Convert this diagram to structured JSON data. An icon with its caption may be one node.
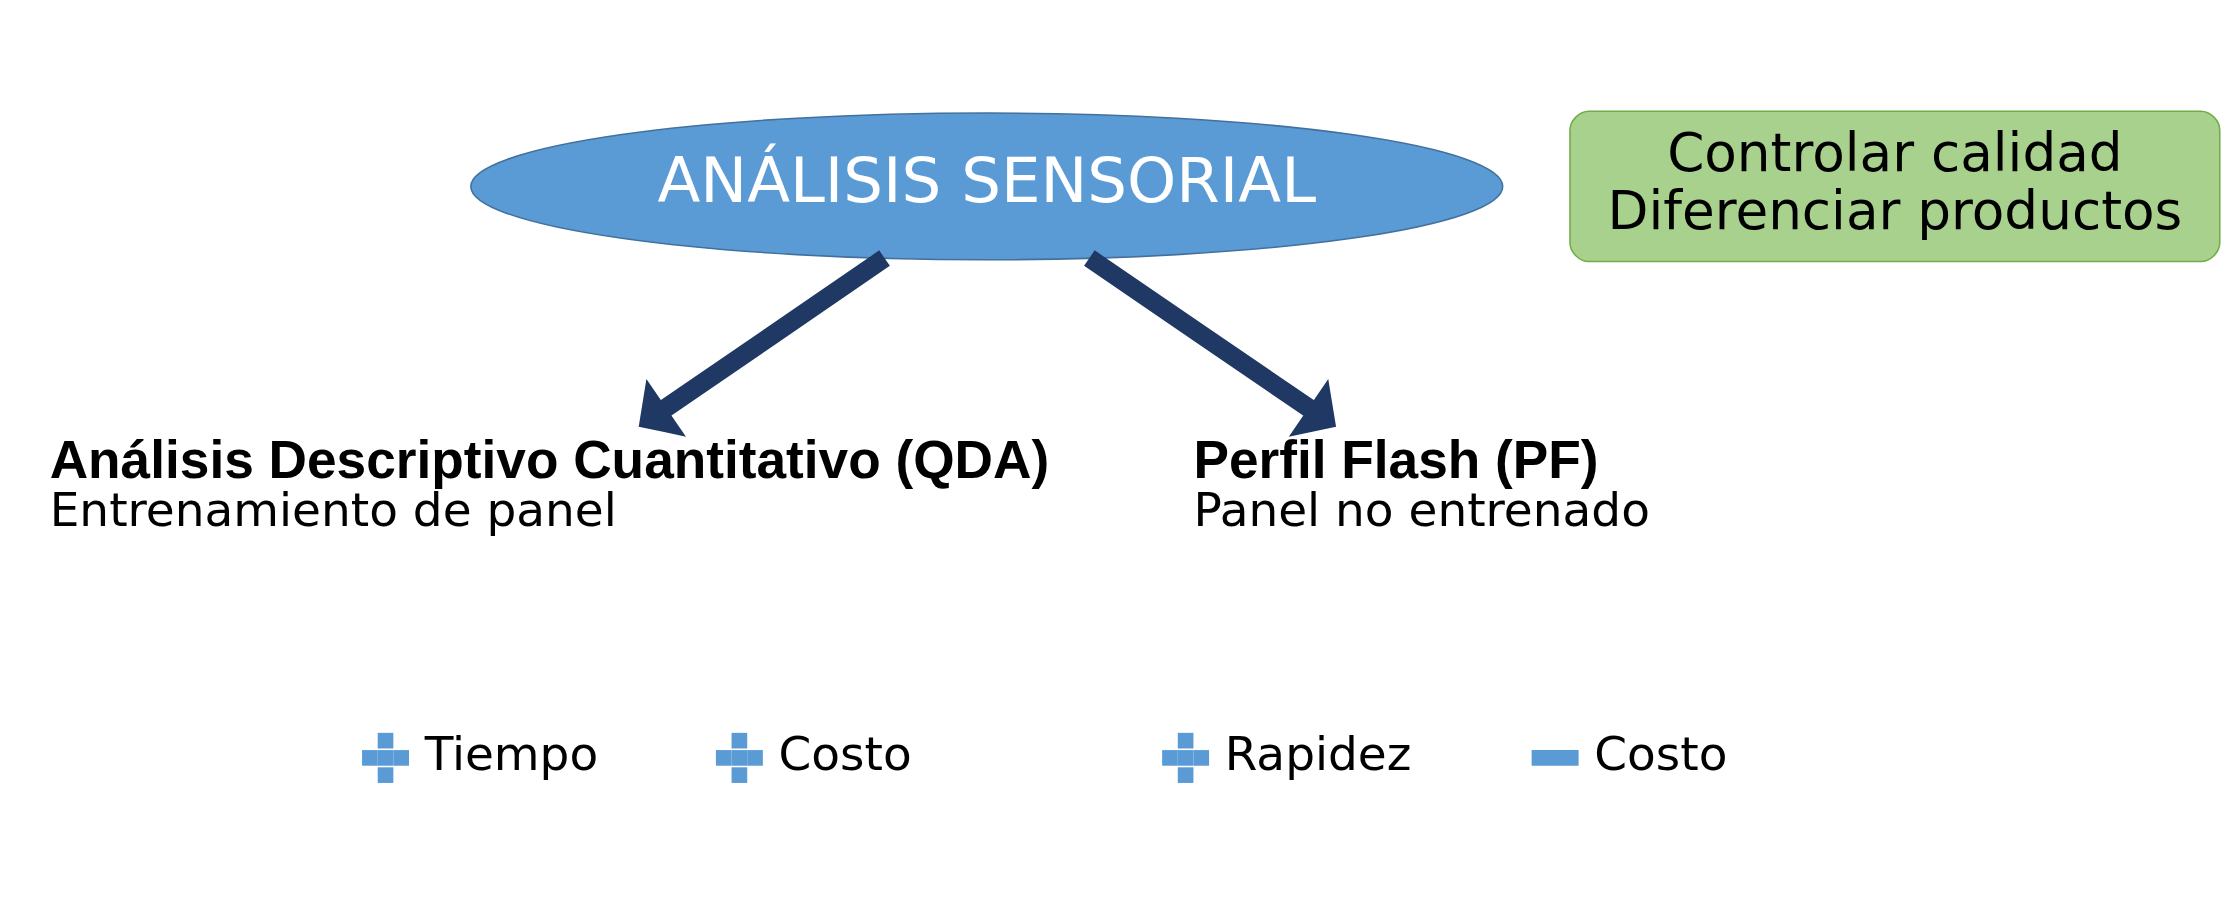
{
  "diagram": {
    "nodes": [
      {
        "text": [
          "ANÁLISIS SENSORIAL"
        ]
      },
      {
        "text": [
          "Controlar calidad",
          "Diferenciar productos"
        ]
      },
      {
        "text": [
          "Análisis Descriptivo Cuantitativo (QDA)",
          "Entrenamiento de panel"
        ]
      },
      {
        "text": [
          "Perfil Flash (PF)",
          "Panel no entrenado"
        ]
      }
    ],
    "edges": [
      {
        "from": 0,
        "to": 2,
        "arrow": "to"
      },
      {
        "from": 0,
        "to": 3,
        "arrow": "to"
      }
    ],
    "labels": [
      "Tiempo",
      "Costo",
      "Rapidez",
      "Costo"
    ]
  }
}
